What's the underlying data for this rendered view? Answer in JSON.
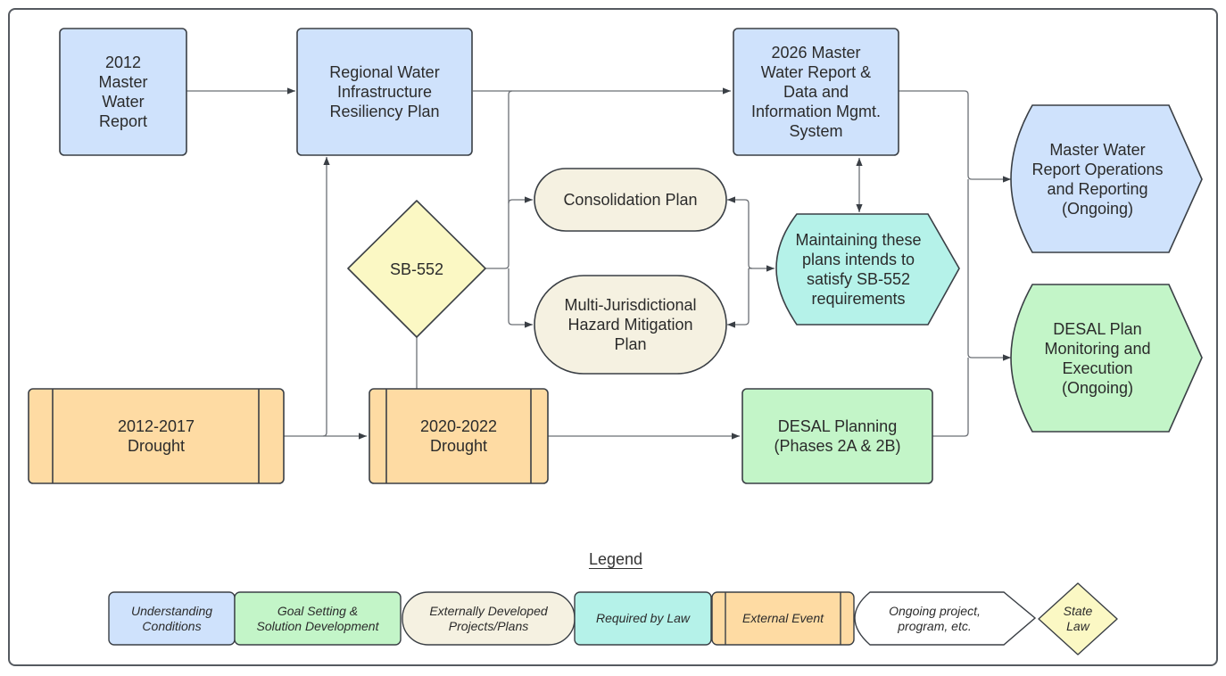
{
  "colors": {
    "understanding": "#cfe2fc",
    "goal": "#c3f5c8",
    "external_plan": "#f5f1e1",
    "law_required": "#b5f2e9",
    "event": "#fedba3",
    "ongoing": "#ffffff",
    "state_law": "#fbf8c4",
    "stroke": "#3a3f45",
    "connector": "#6b6f75"
  },
  "nodes": {
    "mwr2012": "2012\nMaster\nWater\nReport",
    "rwirp": "Regional Water\nInfrastructure\nResiliency Plan",
    "mwr2026": "2026 Master\nWater Report &\nData and\nInformation Mgmt.\nSystem",
    "mwr_ops": "Master Water\nReport Operations\nand Reporting\n(Ongoing)",
    "consolidation": "Consolidation Plan",
    "sb552": "SB-552",
    "mjhmp": "Multi-Jurisdictional\nHazard Mitigation\nPlan",
    "maintaining": "Maintaining these\nplans intends to\nsatisfy SB-552\nrequirements",
    "desal_ongoing": "DESAL Plan\nMonitoring and\nExecution\n(Ongoing)",
    "drought1217": "2012-2017\nDrought",
    "drought2022": "2020-2022\nDrought",
    "desal_planning": "DESAL Planning\n(Phases 2A & 2B)"
  },
  "legend": {
    "title": "Legend",
    "items": [
      {
        "key": "understanding",
        "label": "Understanding\nConditions"
      },
      {
        "key": "goal",
        "label": "Goal Setting &\nSolution Development"
      },
      {
        "key": "external_plan",
        "label": "Externally Developed\nProjects/Plans"
      },
      {
        "key": "law_required",
        "label": "Required by Law"
      },
      {
        "key": "event",
        "label": "External Event"
      },
      {
        "key": "ongoing",
        "label": "Ongoing project,\nprogram, etc."
      },
      {
        "key": "state_law",
        "label": "State\nLaw"
      }
    ]
  }
}
